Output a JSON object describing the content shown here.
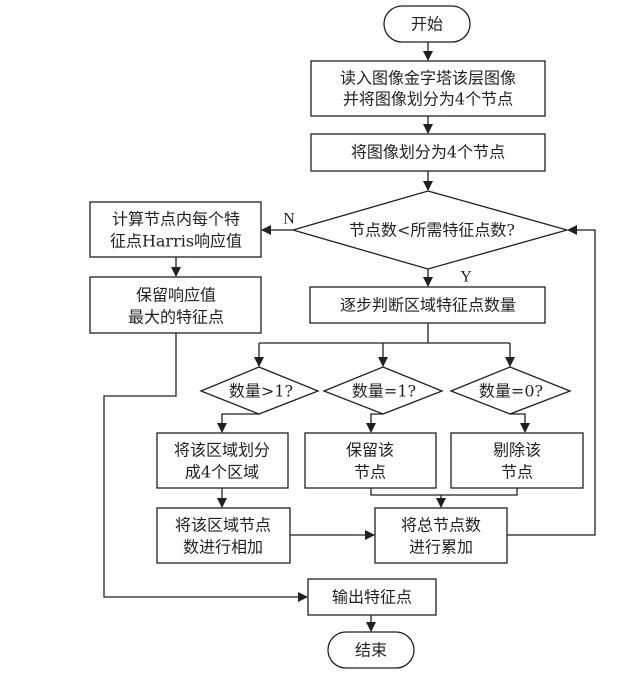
{
  "diagram": {
    "type": "flowchart",
    "nodes": {
      "start": {
        "shape": "terminator",
        "lines": [
          "开始"
        ]
      },
      "read_pyramid": {
        "shape": "process",
        "lines": [
          "读入图像金字塔该层图像",
          "并将图像划分为4个节点"
        ]
      },
      "split_nodes": {
        "shape": "process",
        "lines": [
          "将图像划分为4个节点"
        ]
      },
      "decision_count": {
        "shape": "decision",
        "lines": [
          "节点数<所需特征点数?"
        ]
      },
      "compute_harris": {
        "shape": "process",
        "lines": [
          "计算节点内每个特",
          "征点Harris响应值"
        ]
      },
      "keep_max": {
        "shape": "process",
        "lines": [
          "保留响应值",
          "最大的特征点"
        ]
      },
      "judge_region": {
        "shape": "process",
        "lines": [
          "逐步判断区域特征点数量"
        ]
      },
      "decision_gt1": {
        "shape": "decision",
        "lines": [
          "数量>1?"
        ]
      },
      "decision_eq1": {
        "shape": "decision",
        "lines": [
          "数量=1?"
        ]
      },
      "decision_eq0": {
        "shape": "decision",
        "lines": [
          "数量=0?"
        ]
      },
      "split_region": {
        "shape": "process",
        "lines": [
          "将该区域划分",
          "成4个区域"
        ]
      },
      "keep_node": {
        "shape": "process",
        "lines": [
          "保留该",
          "节点"
        ]
      },
      "remove_node": {
        "shape": "process",
        "lines": [
          "剔除该",
          "节点"
        ]
      },
      "add_region_nodes": {
        "shape": "process",
        "lines": [
          "将该区域节点",
          "数进行相加"
        ]
      },
      "accumulate_total": {
        "shape": "process",
        "lines": [
          "将总节点数",
          "进行累加"
        ]
      },
      "output_features": {
        "shape": "process",
        "lines": [
          "输出特征点"
        ]
      },
      "end": {
        "shape": "terminator",
        "lines": [
          "结束"
        ]
      }
    },
    "branch_labels": {
      "no": "N",
      "yes": "Y"
    },
    "edges": [
      {
        "from": "start",
        "to": "read_pyramid"
      },
      {
        "from": "read_pyramid",
        "to": "split_nodes"
      },
      {
        "from": "split_nodes",
        "to": "decision_count"
      },
      {
        "from": "decision_count",
        "to": "compute_harris",
        "label": "N"
      },
      {
        "from": "decision_count",
        "to": "judge_region",
        "label": "Y"
      },
      {
        "from": "compute_harris",
        "to": "keep_max"
      },
      {
        "from": "keep_max",
        "to": "output_features"
      },
      {
        "from": "judge_region",
        "to": "decision_gt1"
      },
      {
        "from": "judge_region",
        "to": "decision_eq1"
      },
      {
        "from": "judge_region",
        "to": "decision_eq0"
      },
      {
        "from": "decision_gt1",
        "to": "split_region"
      },
      {
        "from": "decision_eq1",
        "to": "keep_node"
      },
      {
        "from": "decision_eq0",
        "to": "remove_node"
      },
      {
        "from": "split_region",
        "to": "add_region_nodes"
      },
      {
        "from": "keep_node",
        "to": "accumulate_total"
      },
      {
        "from": "remove_node",
        "to": "accumulate_total"
      },
      {
        "from": "add_region_nodes",
        "to": "accumulate_total"
      },
      {
        "from": "accumulate_total",
        "to": "decision_count"
      },
      {
        "from": "output_features",
        "to": "end"
      }
    ]
  }
}
